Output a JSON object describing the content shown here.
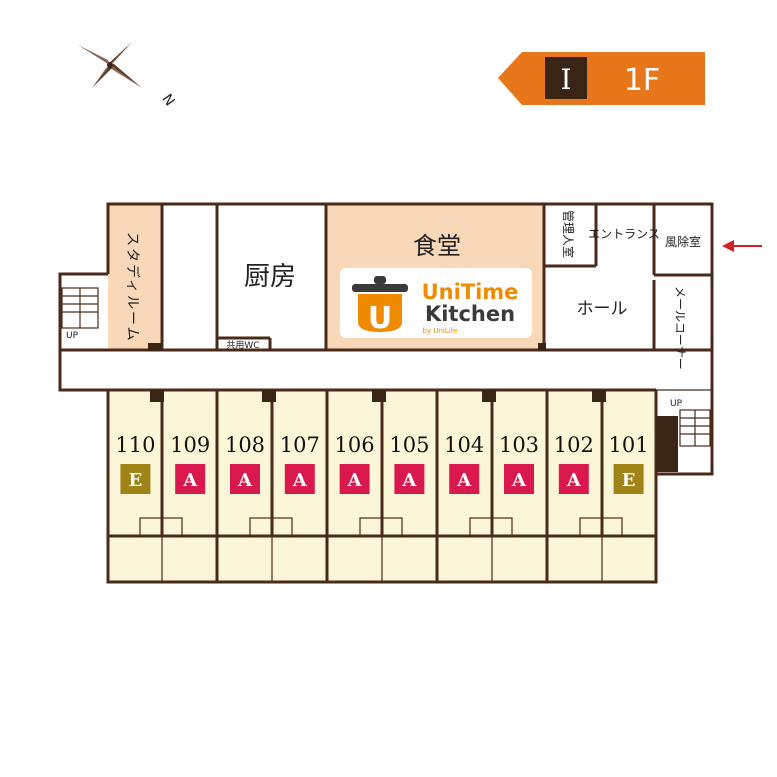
{
  "header": {
    "building": "I",
    "floor": "1F"
  },
  "compass": {
    "north_label": "N"
  },
  "colors": {
    "room": "#fcf6d8",
    "study": "#f8d8b8",
    "dining": "#f8d8b8",
    "wall": "#4a2a1a",
    "badge_a": "#d9194d",
    "badge_e": "#a08418",
    "banner": "#e8761a",
    "banner_dark": "#3a2416",
    "arrow": "#d42020",
    "logo_orange": "#f08a00",
    "logo_dark": "#3a3a3a"
  },
  "labels": {
    "study_room": "スタディルーム",
    "kitchen": "厨房",
    "dining": "食堂",
    "shared_wc": "共用WC",
    "manager_room": "管理人室",
    "entrance": "エントランス",
    "windbreak": "風除室",
    "hall": "ホール",
    "mail_corner": "メールコーナー",
    "up_left": "UP",
    "up_right": "UP"
  },
  "logo": {
    "line1": "UniTime",
    "line2": "Kitchen",
    "sub": "by UniLife",
    "letter": "U"
  },
  "rooms": [
    {
      "number": "110",
      "type": "E"
    },
    {
      "number": "109",
      "type": "A"
    },
    {
      "number": "108",
      "type": "A"
    },
    {
      "number": "107",
      "type": "A"
    },
    {
      "number": "106",
      "type": "A"
    },
    {
      "number": "105",
      "type": "A"
    },
    {
      "number": "104",
      "type": "A"
    },
    {
      "number": "103",
      "type": "A"
    },
    {
      "number": "102",
      "type": "A"
    },
    {
      "number": "101",
      "type": "E"
    }
  ]
}
